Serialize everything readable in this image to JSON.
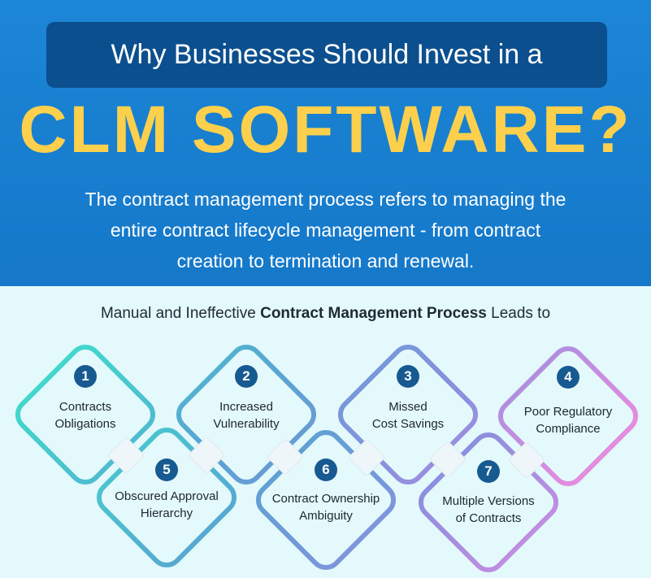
{
  "header": {
    "title": "Why Businesses Should Invest in a",
    "headline": "CLM SOFTWARE?",
    "description_lines": [
      "The contract management process refers to managing the",
      "entire contract lifecycle management - from contract",
      "creation to termination and renewal."
    ]
  },
  "section": {
    "subtitle_pre": "Manual and Ineffective ",
    "subtitle_bold": "Contract Management Process",
    "subtitle_post": " Leads to"
  },
  "items": [
    {
      "number": "1",
      "lines": [
        "Contracts",
        "Obligations"
      ]
    },
    {
      "number": "2",
      "lines": [
        "Increased",
        "Vulnerability"
      ]
    },
    {
      "number": "3",
      "lines": [
        "Missed",
        "Cost Savings"
      ]
    },
    {
      "number": "4",
      "lines": [
        "Poor Regulatory",
        "Compliance"
      ]
    },
    {
      "number": "5",
      "lines": [
        "Obscured Approval",
        "Hierarchy"
      ]
    },
    {
      "number": "6",
      "lines": [
        "Contract Ownership",
        "Ambiguity"
      ]
    },
    {
      "number": "7",
      "lines": [
        "Multiple Versions",
        "of Contracts"
      ]
    }
  ],
  "colors": {
    "hero_bg": "#1a82d4",
    "title_box": "#0c4f8e",
    "headline": "#fcd04c",
    "gradient": [
      "#3fdccc",
      "#5aa2d2",
      "#8e8fdf",
      "#ee8ce0"
    ],
    "number_badge": "#175a91"
  }
}
